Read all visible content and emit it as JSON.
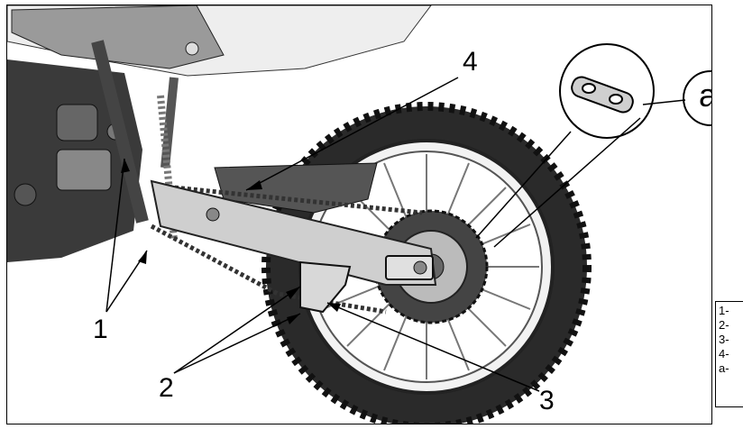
{
  "figure": {
    "callouts": {
      "c1": "1",
      "c2": "2",
      "c3": "3",
      "c4": "4",
      "ca": "a"
    }
  },
  "legend": {
    "items": [
      "1-",
      "2-",
      "3-",
      "4-",
      "a- "
    ]
  },
  "colors": {
    "ink": "#000000",
    "photo_bg": "#ffffff",
    "metal": "#c8c8c8",
    "tire": "#2a2a2a"
  }
}
